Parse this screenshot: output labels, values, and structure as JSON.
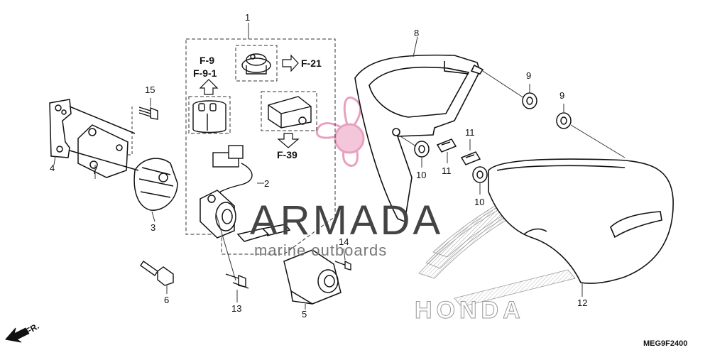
{
  "callouts": {
    "c1": "1",
    "c2": "2",
    "c3": "3",
    "c4": "4",
    "c5": "5",
    "c6": "6",
    "c7": "7",
    "c8": "8",
    "c9a": "9",
    "c9b": "9",
    "c10a": "10",
    "c10b": "10",
    "c11a": "11",
    "c11b": "11",
    "c12": "12",
    "c13": "13",
    "c14": "14",
    "c15": "15"
  },
  "refs": {
    "f9": "F-9",
    "f91": "F-9-1",
    "f21": "F-21",
    "f39": "F-39"
  },
  "watermark": {
    "title": "ARMADA",
    "subtitle": "marine outboards",
    "brand": "HONDA"
  },
  "diagram_code": "MEG9F2400",
  "front_marker": "FR."
}
